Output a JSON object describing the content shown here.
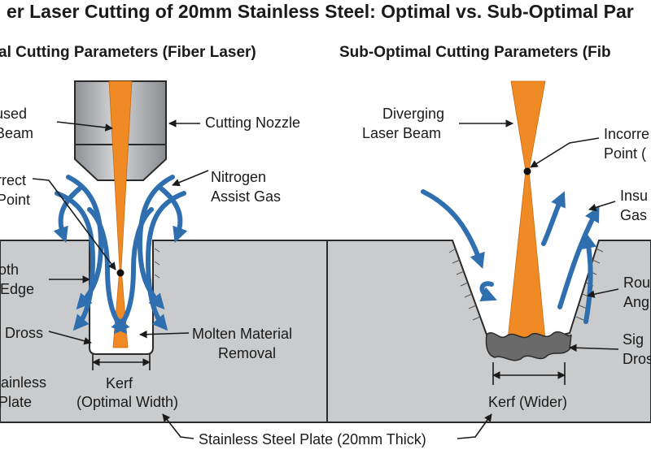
{
  "title": "er Laser Cutting of 20mm Stainless Steel: Optimal vs. Sub-Optimal Par",
  "left_panel": {
    "heading": "al Cutting Parameters (Fiber Laser)",
    "labels": {
      "focused_beam_1": "used",
      "focused_beam_2": "Beam",
      "cutting_nozzle": "Cutting Nozzle",
      "correct_point_1": "rrect",
      "correct_point_2": "Point",
      "nitrogen_1": "Nitrogen",
      "nitrogen_2": "Assist Gas",
      "smooth_edge_1": "oth",
      "smooth_edge_2": "Edge",
      "dross": "Dross",
      "molten_1": "Molten Material",
      "molten_2": "Removal",
      "stainless_1": "tainless",
      "stainless_2": "Plate",
      "kerf_1": "Kerf",
      "kerf_2": "(Optimal Width)"
    }
  },
  "right_panel": {
    "heading": "Sub-Optimal Cutting Parameters (Fib",
    "labels": {
      "diverging_1": "Diverging",
      "diverging_2": "Laser Beam",
      "incorrect_1": "Incorre",
      "incorrect_2": "Point (",
      "insufficient_1": "Insu",
      "insufficient_2": "Gas",
      "rough_1": "Rou",
      "rough_2": "Ang",
      "significant_1": "Sig",
      "significant_2": "Dros",
      "kerf": "Kerf (Wider)"
    }
  },
  "footer_label": "Stainless Steel Plate (20mm Thick)",
  "colors": {
    "beam": "#f08a24",
    "gas": "#2f6fb0",
    "plate": "#c9cbcd",
    "nozzle": "#a9acaf",
    "dross": "#6a6a6a"
  }
}
